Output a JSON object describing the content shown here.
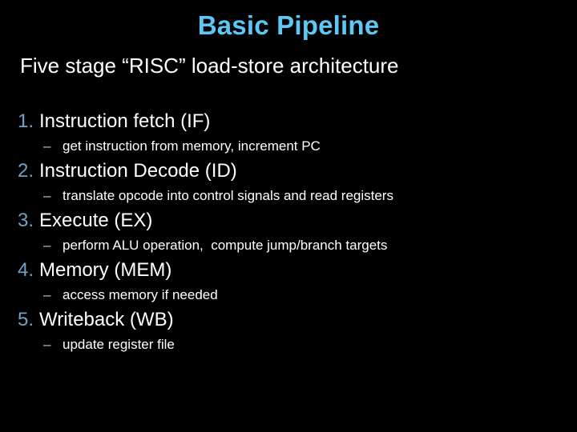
{
  "slide": {
    "background_color": "#000000",
    "title": "Basic Pipeline",
    "title_color": "#5BC8F5",
    "subtitle": "Five stage “RISC” load-store architecture",
    "subtitle_color": "#FFFFFF",
    "number_color": "#71A1C6",
    "dash_color": "#B9CBDA",
    "body_color": "#FFFFFF",
    "bullet_dash": "–",
    "stages": [
      {
        "number": "1.",
        "label": "Instruction fetch (IF)",
        "detail": "get instruction from memory, increment PC"
      },
      {
        "number": "2.",
        "label": "Instruction Decode (ID)",
        "detail": "translate opcode into control signals and read registers"
      },
      {
        "number": "3.",
        "label": "Execute (EX)",
        "detail": "perform ALU operation,  compute jump/branch targets"
      },
      {
        "number": "4.",
        "label": "Memory (MEM)",
        "detail": "access memory if needed"
      },
      {
        "number": "5.",
        "label": "Writeback (WB)",
        "detail": "update register file"
      }
    ]
  }
}
